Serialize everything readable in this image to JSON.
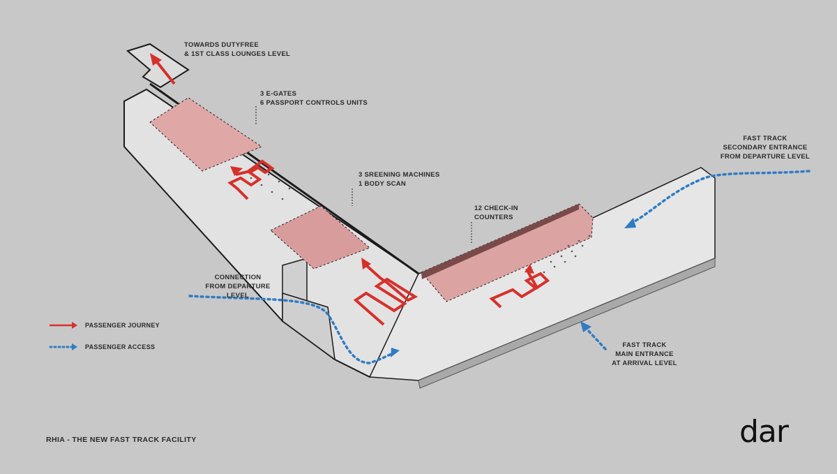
{
  "labels": {
    "towards": [
      "TOWARDS DUTYFREE",
      "& 1ST CLASS LOUNGES LEVEL"
    ],
    "egates": [
      "3 E-GATES",
      "6 PASSPORT CONTROLS UNITS"
    ],
    "screening": [
      "3 SREENING MACHINES",
      "1 BODY SCAN"
    ],
    "checkin": [
      "12 CHECK-IN",
      "COUNTERS"
    ],
    "connection": [
      "CONNECTION",
      "FROM DEPARTURE LEVEL"
    ],
    "secondary": [
      "FAST TRACK",
      "SECONDARY ENTRANCE",
      "FROM DEPARTURE LEVEL"
    ],
    "main_entrance": [
      "FAST TRACK",
      "MAIN ENTRANCE",
      "AT ARRIVAL LEVEL"
    ]
  },
  "legend": {
    "journey": "PASSENGER JOURNEY",
    "access": "PASSENGER ACCESS"
  },
  "footer_title": "RHIA - THE NEW FAST TRACK FACILITY",
  "logo": "dar",
  "colors": {
    "background": "#c8c8c8",
    "floor": "#e6e6e6",
    "zone_pink": "#e0a7a7",
    "journey_red": "#d6302b",
    "access_blue": "#2f7cc4",
    "wall": "#1a1a1a"
  }
}
